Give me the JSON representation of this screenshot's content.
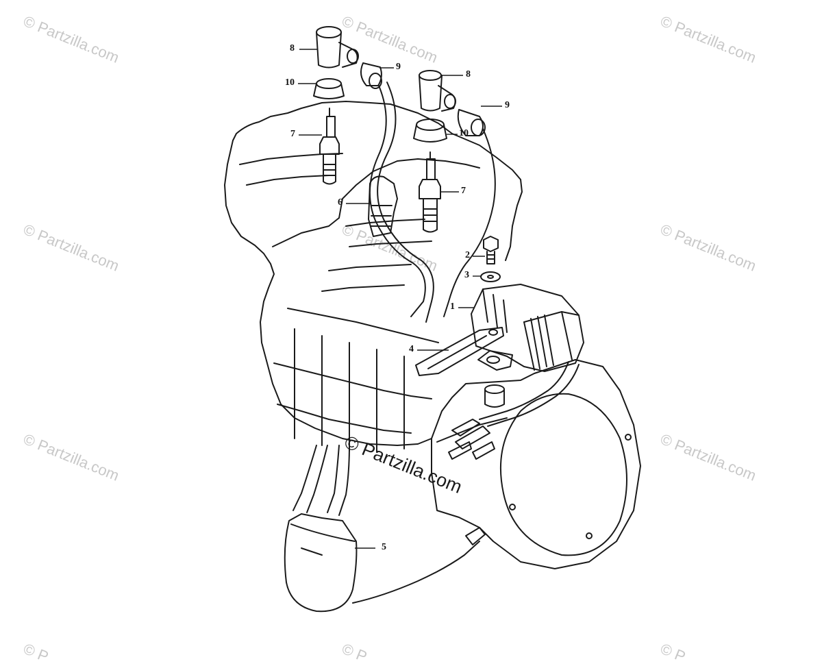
{
  "watermark": {
    "text": "© Partzilla.com",
    "main_text": "© Partzilla.com",
    "partial_text": "© P"
  },
  "callouts": [
    {
      "id": "c8a",
      "label": "8"
    },
    {
      "id": "c9a",
      "label": "9"
    },
    {
      "id": "c10a",
      "label": "10"
    },
    {
      "id": "c7a",
      "label": "7"
    },
    {
      "id": "c8b",
      "label": "8"
    },
    {
      "id": "c9b",
      "label": "9"
    },
    {
      "id": "c10b",
      "label": "10"
    },
    {
      "id": "c7b",
      "label": "7"
    },
    {
      "id": "c6",
      "label": "6"
    },
    {
      "id": "c2",
      "label": "2"
    },
    {
      "id": "c3",
      "label": "3"
    },
    {
      "id": "c1",
      "label": "1"
    },
    {
      "id": "c4",
      "label": "4"
    },
    {
      "id": "c5",
      "label": "5"
    }
  ],
  "colors": {
    "line": "#1a1a1a",
    "watermark": "#c8c8c8",
    "background": "#ffffff"
  }
}
